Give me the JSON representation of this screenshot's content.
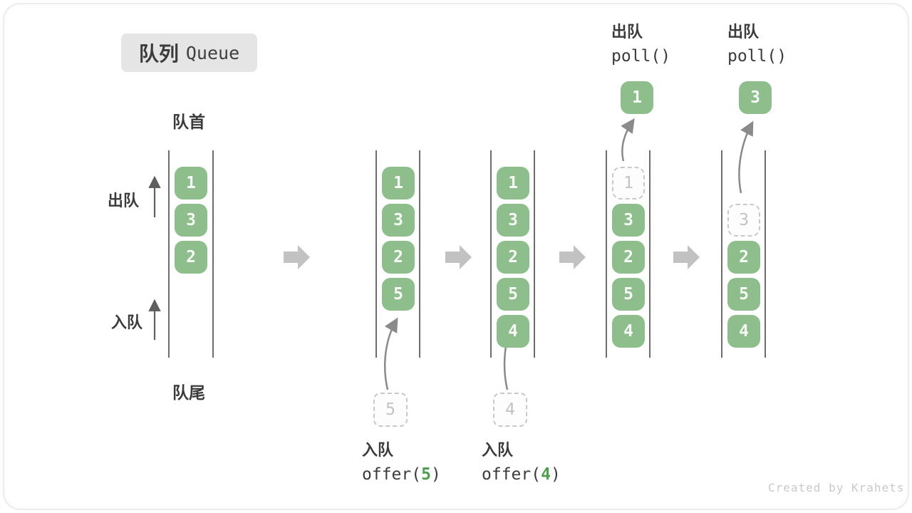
{
  "title": {
    "zh": "队列",
    "en": "Queue"
  },
  "front_label": "队首",
  "rear_label": "队尾",
  "side_labels": {
    "dequeue": "出队",
    "enqueue": "入队"
  },
  "watermark": "Created by Krahets",
  "colors": {
    "box_green": "#8dbe8c",
    "code_arg_green": "#4e9e4e",
    "rail": "#3d3d3d",
    "block_arrow": "#c2c2c2",
    "curved_arrow": "#8a8a8a",
    "dashed_border": "#c9c9c9",
    "badge_bg": "#e5e5e5",
    "text": "#3b3b3b"
  },
  "columns": [
    {
      "items": [
        "1",
        "3",
        "2"
      ]
    },
    {
      "items": [
        "1",
        "3",
        "2",
        "5"
      ],
      "incoming": "5",
      "op": {
        "label": "入队",
        "pre": "offer(",
        "arg": "5",
        "post": ")"
      }
    },
    {
      "items": [
        "1",
        "3",
        "2",
        "5",
        "4"
      ],
      "incoming": "4",
      "op": {
        "label": "入队",
        "pre": "offer(",
        "arg": "4",
        "post": ")"
      }
    },
    {
      "items": [
        "3",
        "2",
        "5",
        "4"
      ],
      "removed": "1",
      "polled": "1",
      "op": {
        "label": "出队",
        "code": "poll()"
      }
    },
    {
      "items": [
        "2",
        "5",
        "4"
      ],
      "removed": "3",
      "polled": "3",
      "op": {
        "label": "出队",
        "code": "poll()"
      }
    }
  ]
}
